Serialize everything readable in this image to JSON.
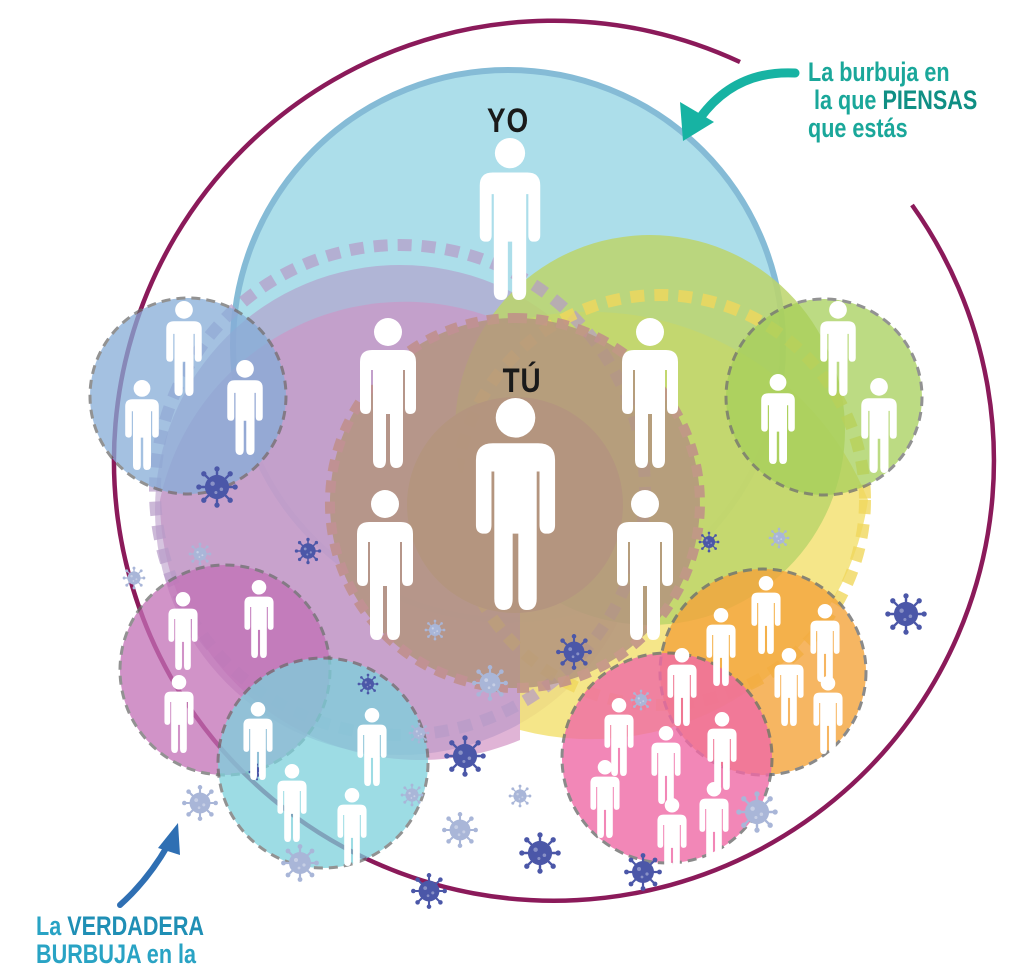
{
  "labels": {
    "yo": "YO",
    "tu": "TÚ"
  },
  "callout_think": {
    "line1": "La burbuja en",
    "line2_a": "la que ",
    "line2_b": "PIENSAS",
    "line3": "que estás",
    "color": "#1aa79a"
  },
  "callout_real": {
    "word_a": "La ",
    "word_b": "VERDADERA",
    "line2": "BURBUJA en la",
    "color": "#29a3c4"
  },
  "colors": {
    "outer_ring": "#8b1a5a",
    "arrow_think": "#17b3a3",
    "arrow_real": "#2f6fb3",
    "virus": "#4b57a8",
    "virus_light": "#a9b6d8",
    "person": "#ffffff"
  },
  "icons": [
    "person-icon",
    "virus-icon",
    "arrow-icon"
  ]
}
